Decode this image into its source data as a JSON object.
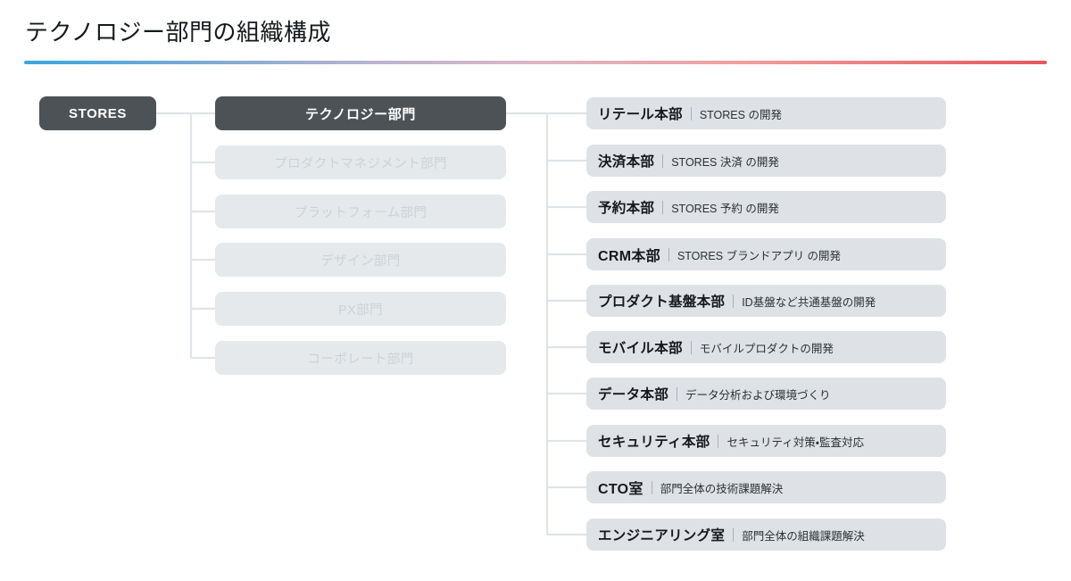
{
  "page": {
    "title": "テクノロジー部門の組織構成"
  },
  "theme": {
    "accent_gradient_start": "#3aa6dd",
    "accent_gradient_end": "#e8555b",
    "active_box_bg": "#4d5256",
    "active_box_text": "#ffffff",
    "muted_box_bg": "#e5e9eb",
    "muted_box_text": "#ccd2d6",
    "unit_box_bg": "#dee2e6",
    "unit_title_text": "#16191c",
    "connector_line": "#dfe4e8",
    "page_bg": "#ffffff"
  },
  "chart_data": {
    "type": "diagram",
    "title": "テクノロジー部門の組織構成",
    "root": {
      "label": "STORES",
      "state": "active"
    },
    "departments": [
      {
        "label": "テクノロジー部門",
        "state": "active"
      },
      {
        "label": "プロダクトマネジメント部門",
        "state": "muted"
      },
      {
        "label": "プラットフォーム部門",
        "state": "muted"
      },
      {
        "label": "デザイン部門",
        "state": "muted"
      },
      {
        "label": "PX部門",
        "state": "muted"
      },
      {
        "label": "コーポレート部門",
        "state": "muted"
      }
    ],
    "units": [
      {
        "name": "リテール本部",
        "separator": "|",
        "description": "STORES の開発"
      },
      {
        "name": "決済本部",
        "separator": "|",
        "description": "STORES 決済 の開発"
      },
      {
        "name": "予約本部",
        "separator": "|",
        "description": "STORES 予約 の開発"
      },
      {
        "name": "CRM本部",
        "separator": "|",
        "description": "STORES ブランドアプリ の開発"
      },
      {
        "name": "プロダクト基盤本部",
        "separator": "|",
        "description": "ID基盤など共通基盤の開発"
      },
      {
        "name": "モバイル本部",
        "separator": "|",
        "description": "モバイルプロダクトの開発"
      },
      {
        "name": "データ本部",
        "separator": "|",
        "description": "データ分析および環境づくり"
      },
      {
        "name": "セキュリティ本部",
        "separator": "|",
        "description": "セキュリティ対策・監査対応"
      },
      {
        "name": "CTO室",
        "separator": "|",
        "description": "部門全体の技術課題解決"
      },
      {
        "name": "エンジニアリング室",
        "separator": "|",
        "description": "部門全体の組織課題解決"
      }
    ]
  }
}
